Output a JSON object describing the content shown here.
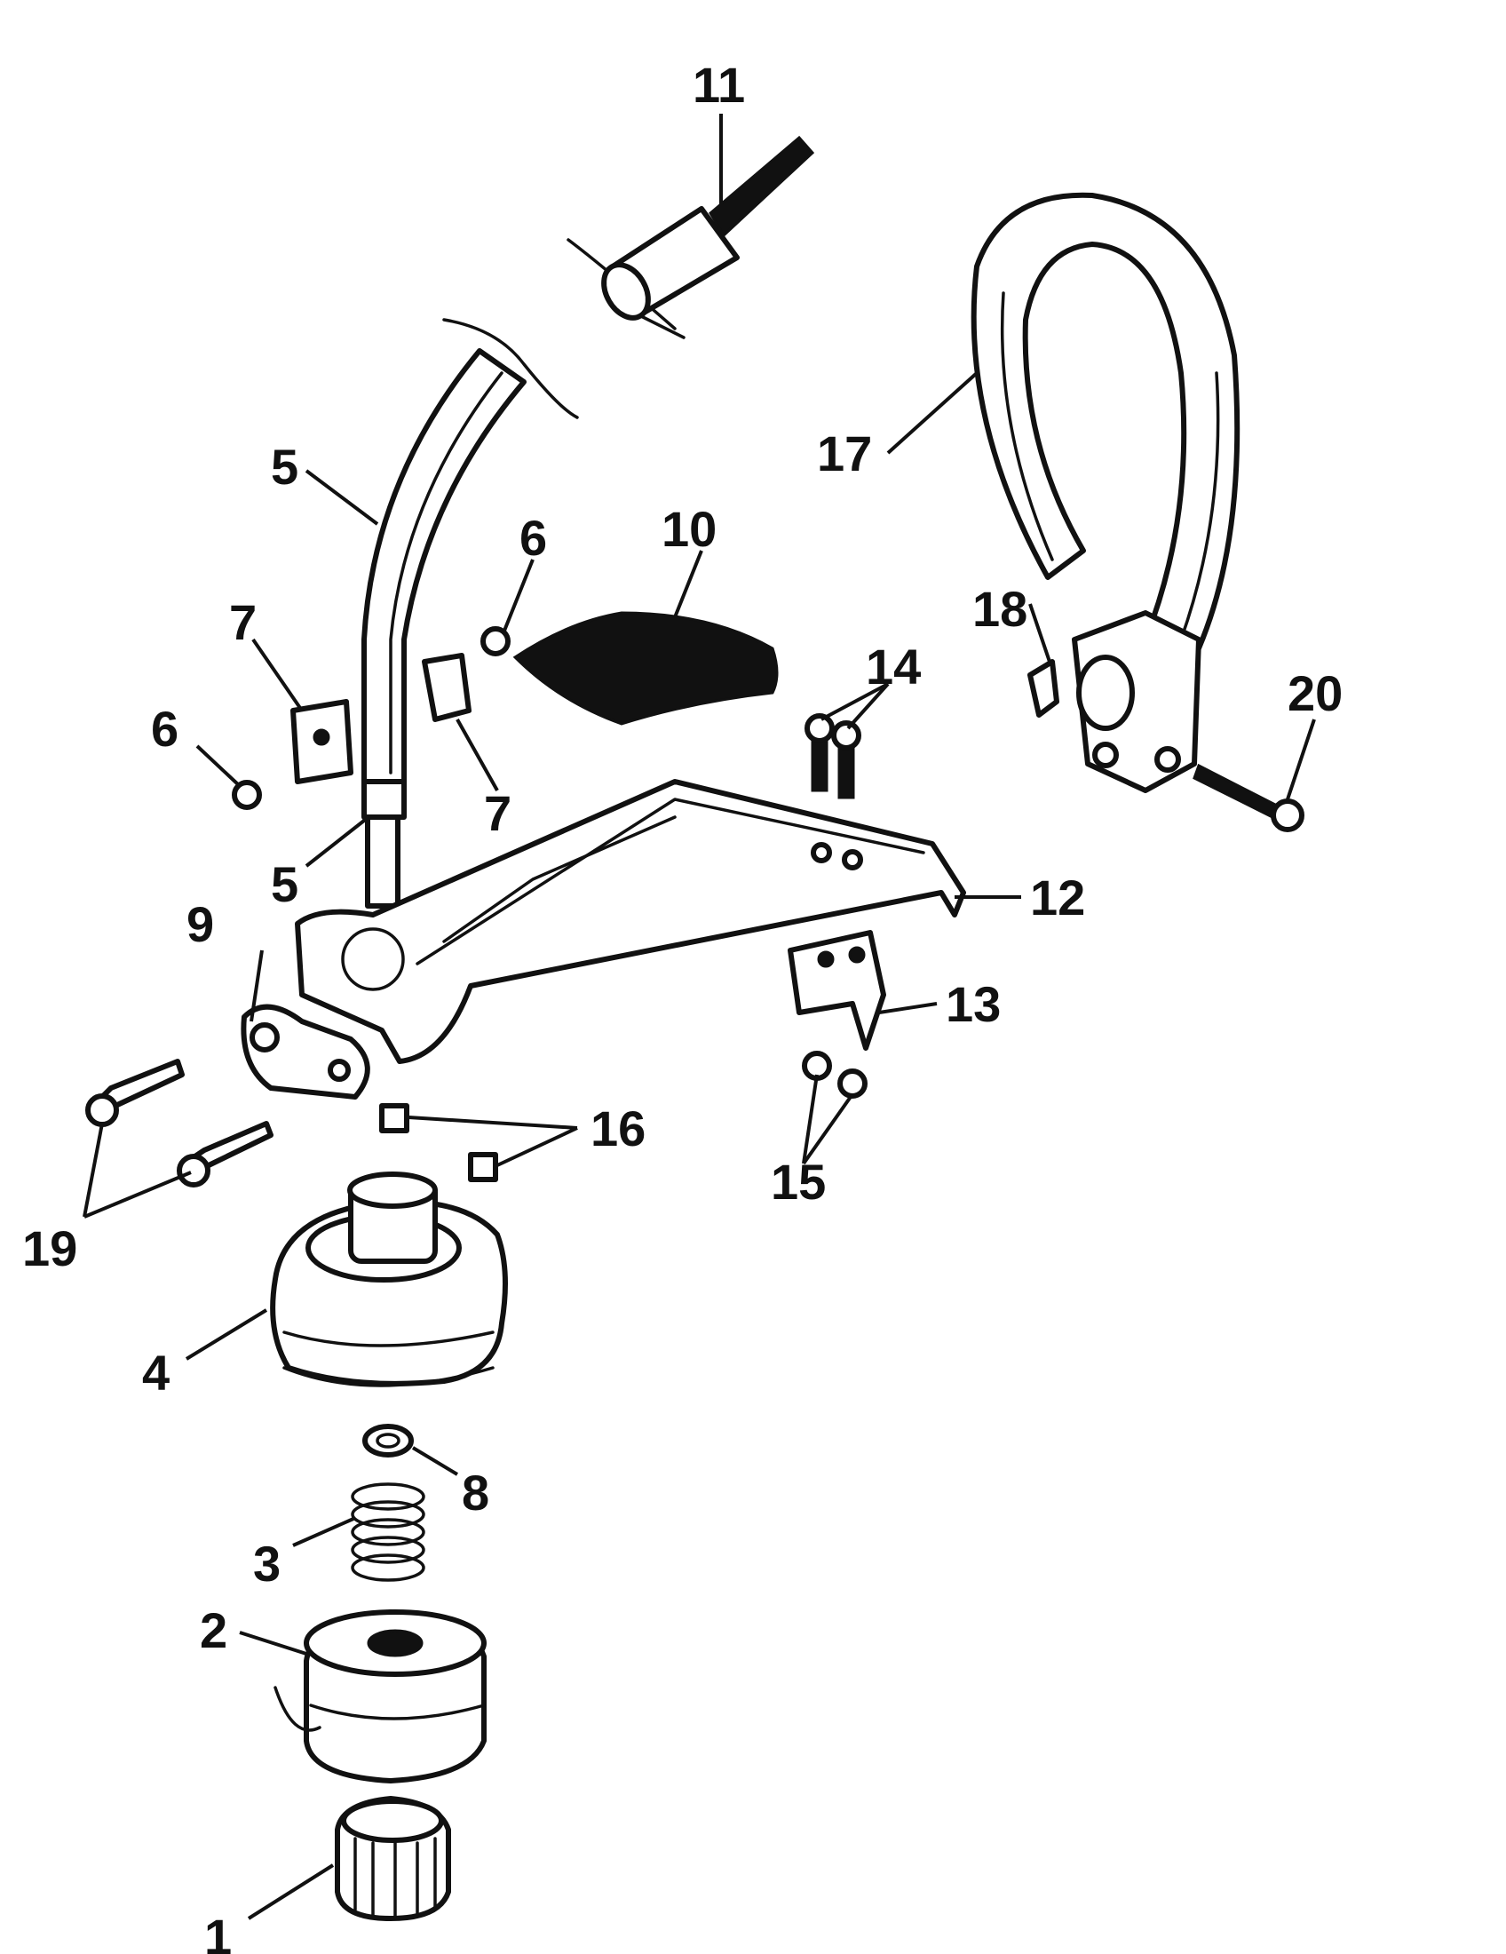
{
  "diagram": {
    "labels": [
      {
        "id": "1",
        "text": "1"
      },
      {
        "id": "2",
        "text": "2"
      },
      {
        "id": "3",
        "text": "3"
      },
      {
        "id": "4",
        "text": "4"
      },
      {
        "id": "5a",
        "text": "5"
      },
      {
        "id": "5b",
        "text": "5"
      },
      {
        "id": "6a",
        "text": "6"
      },
      {
        "id": "6b",
        "text": "6"
      },
      {
        "id": "7a",
        "text": "7"
      },
      {
        "id": "7b",
        "text": "7"
      },
      {
        "id": "8",
        "text": "8"
      },
      {
        "id": "9",
        "text": "9"
      },
      {
        "id": "10",
        "text": "10"
      },
      {
        "id": "11",
        "text": "11"
      },
      {
        "id": "12",
        "text": "12"
      },
      {
        "id": "13",
        "text": "13"
      },
      {
        "id": "14",
        "text": "14"
      },
      {
        "id": "15",
        "text": "15"
      },
      {
        "id": "16",
        "text": "16"
      },
      {
        "id": "17",
        "text": "17"
      },
      {
        "id": "18",
        "text": "18"
      },
      {
        "id": "19",
        "text": "19"
      },
      {
        "id": "20",
        "text": "20"
      }
    ]
  }
}
